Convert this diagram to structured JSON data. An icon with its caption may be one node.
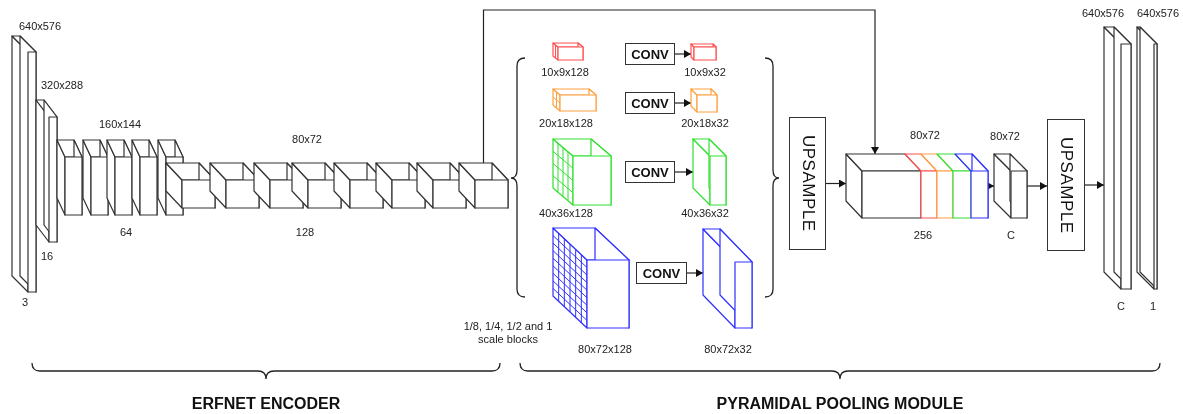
{
  "diagram": {
    "nodes": [
      {
        "text": [],
        "shape": "box",
        "beside": [
          "640x576",
          "3"
        ]
      },
      {
        "text": [],
        "shape": "box",
        "beside": [
          "320x288",
          "16"
        ]
      },
      {
        "text": [],
        "shape": "box"
      },
      {
        "text": [],
        "shape": "box"
      },
      {
        "text": [],
        "shape": "box"
      },
      {
        "text": [],
        "shape": "box"
      },
      {
        "text": [],
        "shape": "box"
      },
      {
        "text": [],
        "shape": "box"
      },
      {
        "text": [],
        "shape": "box"
      },
      {
        "text": [],
        "shape": "box"
      },
      {
        "text": [],
        "shape": "box"
      },
      {
        "text": [],
        "shape": "box"
      },
      {
        "text": [],
        "shape": "box"
      },
      {
        "text": [],
        "shape": "box"
      },
      {
        "text": [],
        "shape": "box"
      },
      {
        "text": [],
        "shape": "box",
        "beside": [
          "10x9x128"
        ]
      },
      {
        "text": [
          "CONV"
        ]
      },
      {
        "text": [],
        "shape": "box",
        "beside": [
          "10x9x32"
        ]
      },
      {
        "text": [],
        "shape": "box",
        "beside": [
          "20x18x128"
        ]
      },
      {
        "text": [
          "CONV"
        ]
      },
      {
        "text": [],
        "shape": "box",
        "beside": [
          "20x18x32"
        ]
      },
      {
        "text": [],
        "shape": "box",
        "beside": [
          "40x36x128"
        ]
      },
      {
        "text": [
          "CONV"
        ]
      },
      {
        "text": [],
        "shape": "box",
        "beside": [
          "40x36x32"
        ]
      },
      {
        "text": [],
        "shape": "box",
        "beside": [
          "80x72x128"
        ]
      },
      {
        "text": [
          "CONV"
        ]
      },
      {
        "text": [],
        "shape": "box",
        "beside": [
          "80x72x32"
        ]
      },
      {
        "text": [
          "UPSAMPLE"
        ]
      },
      {
        "text": [],
        "shape": "box",
        "beside": [
          "80x72",
          "256"
        ]
      },
      {
        "text": [],
        "shape": "box",
        "beside": [
          "80x72",
          "C"
        ]
      },
      {
        "text": [
          "UPSAMPLE"
        ]
      },
      {
        "text": [],
        "shape": "box",
        "beside": [
          "640x576",
          "C"
        ]
      },
      {
        "text": [],
        "shape": "box",
        "beside": [
          "640x576",
          "1"
        ]
      }
    ],
    "edges": [
      {
        "from": 16,
        "to": 17,
        "arrow": "to"
      },
      {
        "from": 19,
        "to": 20,
        "arrow": "to"
      },
      {
        "from": 22,
        "to": 23,
        "arrow": "to"
      },
      {
        "from": 25,
        "to": 26,
        "arrow": "to"
      },
      {
        "from": 27,
        "to": 28,
        "arrow": "to"
      },
      {
        "from": 14,
        "to": 28,
        "arrow": "to"
      },
      {
        "from": 28,
        "to": 29,
        "arrow": "to"
      },
      {
        "from": 29,
        "to": 30,
        "arrow": "to"
      },
      {
        "from": 30,
        "to": 31,
        "arrow": "to"
      }
    ],
    "labels": [
      "160x144",
      "80x72",
      "64",
      "128",
      "1/8, 1/4, 1/2 and 1 scale blocks",
      "ERFNET ENCODER",
      "PYRAMIDAL POOLING MODULE"
    ]
  }
}
